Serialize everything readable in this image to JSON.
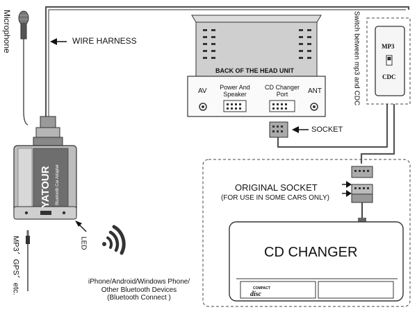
{
  "labels": {
    "microphone": "Microphone",
    "wire_harness": "WIRE HARNESS",
    "back_of_head_unit": "BACK OF THE HEAD UNIT",
    "av": "AV",
    "power_speaker_line1": "Power And",
    "power_speaker_line2": "Speaker",
    "cd_changer_port_line1": "CD Changer",
    "cd_changer_port_line2": "Port",
    "ant": "ANT",
    "socket": "SOCKET",
    "switch_between": "Switch between mp3 and CDC",
    "mp3": "MP3",
    "cdc": "CDC",
    "original_socket": "ORIGINAL SOCKET",
    "original_socket_note": "(FOR USE IN SOME CARS ONLY)",
    "cd_changer": "CD CHANGER",
    "compact_disc_line1": "COMPACT",
    "compact_disc_line2": "disc",
    "led": "LED",
    "mp3_gps_etc": "MP3、GPS、etc.",
    "devices_line1": "iPhone/Android/Windows Phone/",
    "devices_line2": "Other Bluetooth Devices",
    "devices_line3": "(Bluetooth Connect )",
    "brand": "YATOUR",
    "adapter_name": "Bluetooth Car Adapter"
  },
  "icons": {
    "microphone": "microphone-icon",
    "wireless": "bluetooth-wireless-icon",
    "head_unit": "head-unit-icon",
    "switch": "mp3-cdc-switch-icon",
    "adapter": "yatour-adapter-icon",
    "cd_changer": "cd-changer-icon"
  },
  "colors": {
    "line": "#222222",
    "cable": "#555555",
    "device_gray": "#8a8a8a",
    "device_dark": "#3a3a3a",
    "background": "#ffffff"
  }
}
